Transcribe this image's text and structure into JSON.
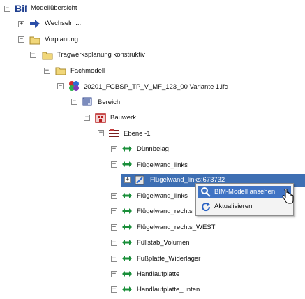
{
  "tree": {
    "root": "Modellübersicht",
    "switch": "Wechseln ...",
    "plan": "Vorplanung",
    "structural": "Tragwerksplanung konstruktiv",
    "model_folder": "Fachmodell",
    "ifc_file": "20201_FGBSP_TP_V_MF_123_00 Variante 1.ifc",
    "area": "Bereich",
    "building": "Bauwerk",
    "level": "Ebene -1",
    "items": [
      "Dünnbelag",
      "Flügelwand_links",
      "Flügelwand_links:673732",
      "Flügelwand_links",
      "Flügelwand_rechts",
      "Flügelwand_rechts_WEST",
      "Füllstab_Volumen",
      "Fußplatte_Widerlager",
      "Handlaufplatte",
      "Handlaufplatte_unten"
    ]
  },
  "context_menu": {
    "view_model": "BIM-Modell ansehen",
    "refresh": "Aktualisieren"
  },
  "colors": {
    "selection": "#3e6fb3",
    "arrow_green": "#1a8f3a",
    "folder": "#e6c65a"
  }
}
